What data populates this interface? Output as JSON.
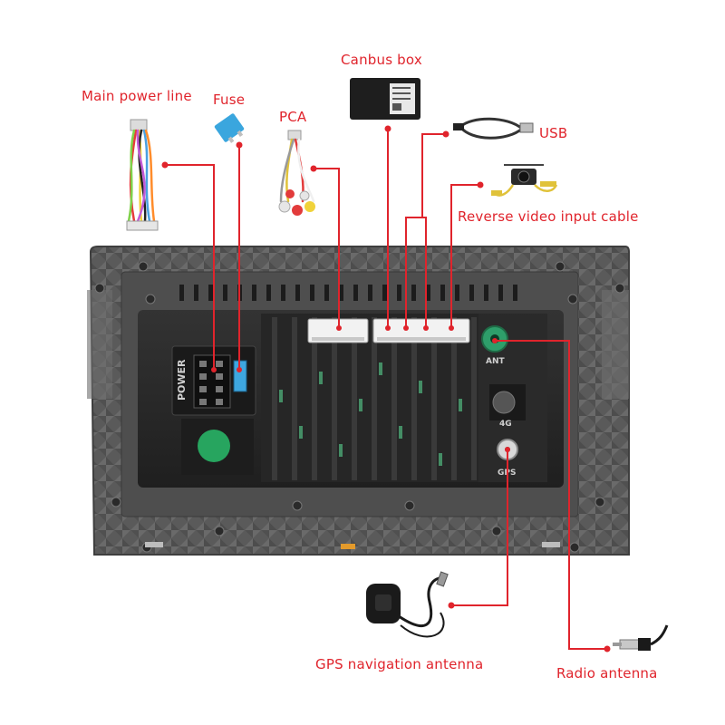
{
  "labels": {
    "canbus_box": "Canbus box",
    "main_power_line": "Main power line",
    "fuse": "Fuse",
    "pca": "PCA",
    "usb": "USB",
    "reverse_video_input_cable": "Reverse video input cable",
    "gps_navigation_antenna": "GPS navigation antenna",
    "radio_antenna": "Radio antenna"
  },
  "unit_markings": {
    "power": "POWER",
    "ant": "ANT",
    "four_g": "4G",
    "gps": "GPS"
  },
  "colors": {
    "callout": "#e0242c",
    "frame": "#5d5d5d",
    "body": "#2b2b2b",
    "connector": "#f2f2f2",
    "antenna_port": "#2e9e6a"
  }
}
